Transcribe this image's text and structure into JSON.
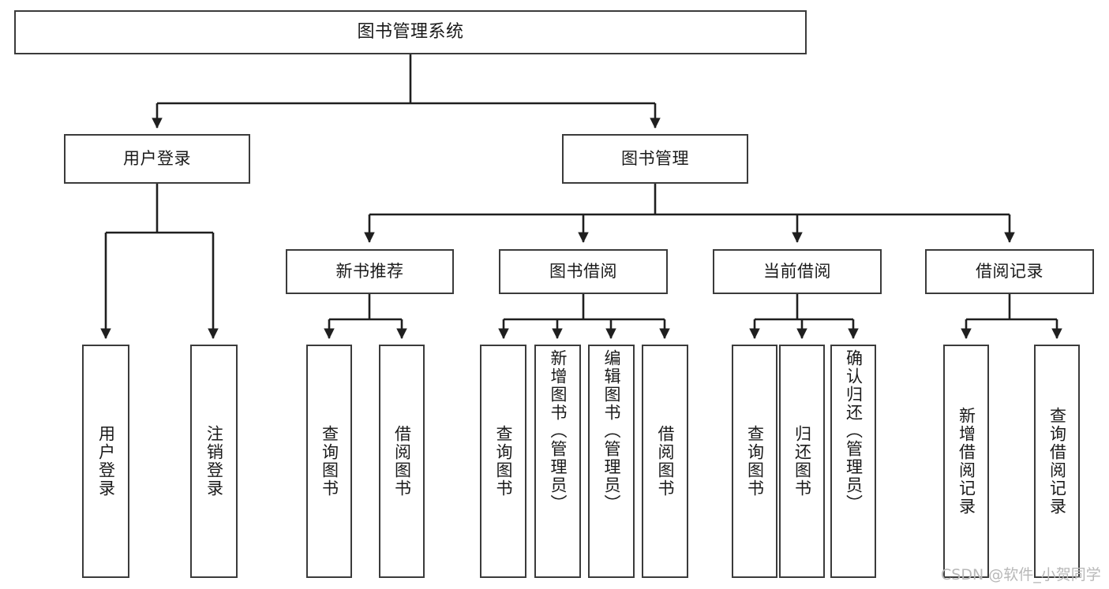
{
  "diagram": {
    "title": "图书管理系统",
    "type": "tree-hierarchy-diagram",
    "colors": {
      "box_border": "#3b3b3b",
      "box_fill": "#ffffff",
      "connector": "#1f1f1f",
      "text": "#1a1a1a",
      "watermark": "#b8b8b8"
    },
    "levels": {
      "root": {
        "label": "图书管理系统"
      },
      "level2": [
        {
          "label": "用户登录"
        },
        {
          "label": "图书管理"
        }
      ],
      "level3": [
        {
          "label": "新书推荐"
        },
        {
          "label": "图书借阅"
        },
        {
          "label": "当前借阅"
        },
        {
          "label": "借阅记录"
        }
      ],
      "leaves": {
        "user_login": [
          {
            "label": "用户登录"
          },
          {
            "label": "注销登录"
          }
        ],
        "new_book_recommend": [
          {
            "label": "查询图书"
          },
          {
            "label": "借阅图书"
          }
        ],
        "book_borrow": [
          {
            "label": "查询图书"
          },
          {
            "label": "新增图书（管理员）"
          },
          {
            "label": "编辑图书（管理员）"
          },
          {
            "label": "借阅图书"
          }
        ],
        "current_borrow": [
          {
            "label": "查询图书"
          },
          {
            "label": "归还图书"
          },
          {
            "label": "确认归还（管理员）"
          }
        ],
        "borrow_records": [
          {
            "label": "新增借阅记录"
          },
          {
            "label": "查询借阅记录"
          }
        ]
      }
    },
    "watermark": "CSDN @软件_小贺同学"
  }
}
